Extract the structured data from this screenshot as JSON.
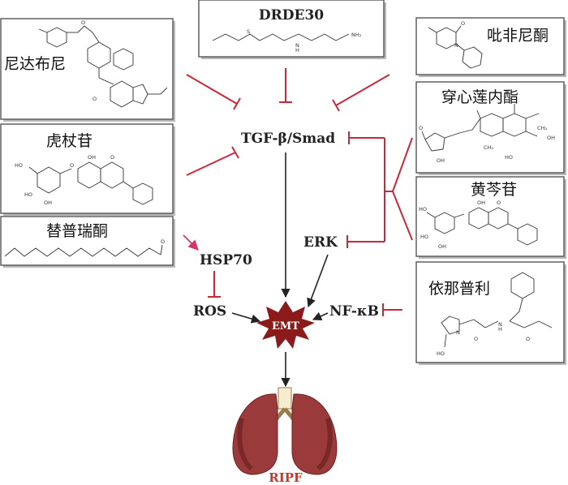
{
  "drugs": {
    "drde30": "DRDE30",
    "pirfenidone": "吡非尼酮",
    "nintedanib": "尼达布尼",
    "andrographolide": "穿心莲内酯",
    "polydatin": "虎杖苷",
    "baicalin": "黄芩苷",
    "teprenone": "替普瑞酮",
    "enalapril": "依那普利"
  },
  "nodes": {
    "tgf": "TGF-β/Smad",
    "erk": "ERK",
    "hsp70": "HSP70",
    "ros": "ROS",
    "emt": "EMT",
    "nfkb": "NF-κB",
    "ripf": "RIPF"
  },
  "atoms": {
    "nh2": "NH₂",
    "s": "S",
    "h": "H",
    "n": "N",
    "o": "O",
    "oh": "OH",
    "ho": "HO",
    "ch3": "CH₃",
    "oh_c": "HO",
    "cooh": "OH"
  },
  "colors": {
    "inhibit": "#c8283a",
    "activate": "#222222",
    "promote": "#d6336c",
    "emt_star": "#8b1a1a",
    "lung": "#9a3a3a",
    "ripf_text": "#c0392b"
  }
}
